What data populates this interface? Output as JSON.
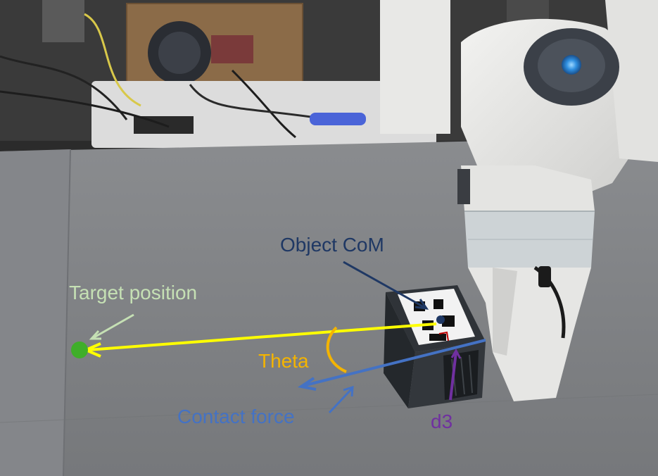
{
  "annotations": {
    "object_com": {
      "text": "Object CoM",
      "color": "#1f3864"
    },
    "target_position": {
      "text": "Target position",
      "color": "#c5e0b4"
    },
    "theta": {
      "text": "Theta",
      "color": "#f4b400"
    },
    "contact_force": {
      "text": "Contact force",
      "color": "#4472c4"
    },
    "d3": {
      "text": "d3",
      "color": "#7030a0"
    }
  },
  "colors": {
    "target_vector": "#ffff00",
    "target_dot": "#3fae2a",
    "com_dot": "#1f3864",
    "contact_force_vector": "#4472c4",
    "theta_arc": "#f4b400",
    "d3_marker": "#7030a0",
    "perpendicular_marker": "#c00000",
    "table_surface": "#7d7f82",
    "robot_body": "#e8e8e6"
  },
  "icons": [
    "robot-arm-illustration",
    "cube-object-illustration",
    "target-dot-icon",
    "com-dot-icon"
  ]
}
